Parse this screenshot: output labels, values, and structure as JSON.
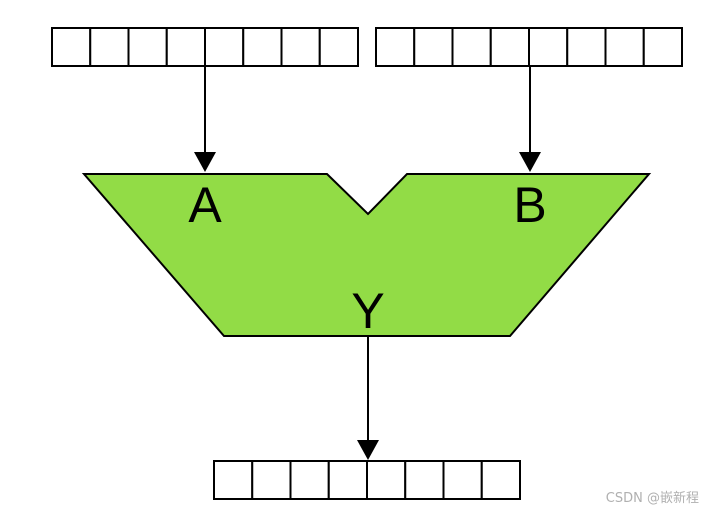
{
  "diagram": {
    "registers": {
      "input_a": {
        "bits": 8
      },
      "input_b": {
        "bits": 8
      },
      "output_y": {
        "bits": 8
      }
    },
    "alu": {
      "fill_color": "#92dc46",
      "port_a_label": "A",
      "port_b_label": "B",
      "port_y_label": "Y"
    }
  },
  "watermark": {
    "text": "CSDN @嵌新程"
  }
}
